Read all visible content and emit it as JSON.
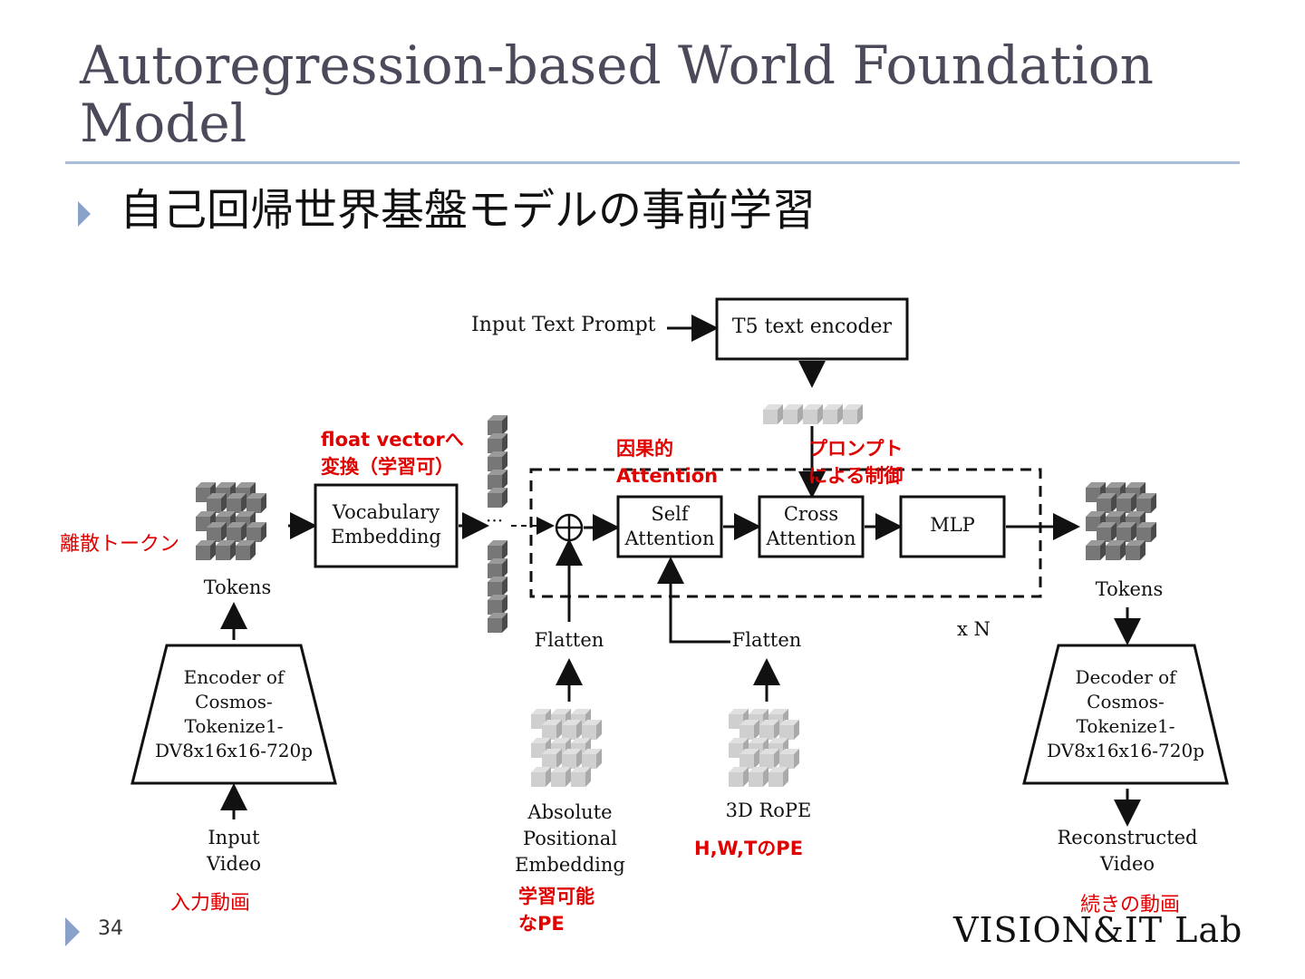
{
  "slide": {
    "title": "Autoregression-based World Foundation Model",
    "bullet": "自己回帰世界基盤モデルの事前学習",
    "page_number": "34",
    "logo": "VISION&IT Lab"
  },
  "diagram": {
    "input_text_prompt": "Input Text Prompt",
    "t5_encoder": "T5 text encoder",
    "vocab_embedding": [
      "Vocabulary",
      "Embedding"
    ],
    "self_attention": [
      "Self",
      "Attention"
    ],
    "cross_attention": [
      "Cross",
      "Attention"
    ],
    "mlp": "MLP",
    "tokens_left": "Tokens",
    "tokens_right": "Tokens",
    "repeat": "x N",
    "flatten_1": "Flatten",
    "flatten_2": "Flatten",
    "encoder": [
      "Encoder of",
      "Cosmos-",
      "Tokenize1-",
      "DV8x16x16-720p"
    ],
    "decoder": [
      "Decoder of",
      "Cosmos-",
      "Tokenize1-",
      "DV8x16x16-720p"
    ],
    "input_video": [
      "Input",
      "Video"
    ],
    "reconstructed_video": [
      "Reconstructed",
      "Video"
    ],
    "abs_pos_embedding": [
      "Absolute",
      "Positional",
      "Embedding"
    ],
    "rope": "3D RoPE",
    "ellipsis": "···"
  },
  "annotations": {
    "float_vector": [
      "float vectorへ",
      "変換（学習可）"
    ],
    "discrete_tokens": "離散トークン",
    "causal_attention": [
      "因果的",
      "Attention"
    ],
    "prompt_control": [
      "プロンプト",
      "による制御"
    ],
    "input_video_ja": "入力動画",
    "learnable_pe": [
      "学習可能",
      "なPE"
    ],
    "hwt_pe": "H,W,TのPE",
    "continuation_video": "続きの動画"
  },
  "colors": {
    "accent": "#8aa1c9",
    "rule": "#a9bcd9",
    "annotation": "#e00000",
    "title": "#4a4a5a"
  }
}
